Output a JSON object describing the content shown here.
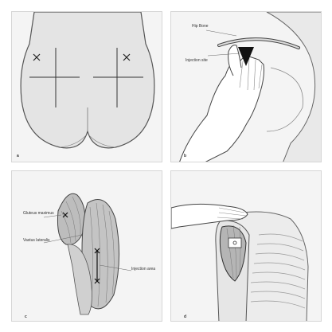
{
  "panels": [
    {
      "letter": "a"
    },
    {
      "letter": "b",
      "labels": {
        "hip_bone": "Hip Bone",
        "injection_site": "Injection site"
      }
    },
    {
      "letter": "c",
      "labels": {
        "gluteus": "Gluteus maximus",
        "vastus": "Vastus lateralis",
        "injection_area": "Injection area"
      }
    },
    {
      "letter": "d"
    }
  ],
  "colors": {
    "outline": "#555555",
    "skin": "#e4e4e4",
    "muscle": "#b8b8b8",
    "dark": "#111111"
  }
}
